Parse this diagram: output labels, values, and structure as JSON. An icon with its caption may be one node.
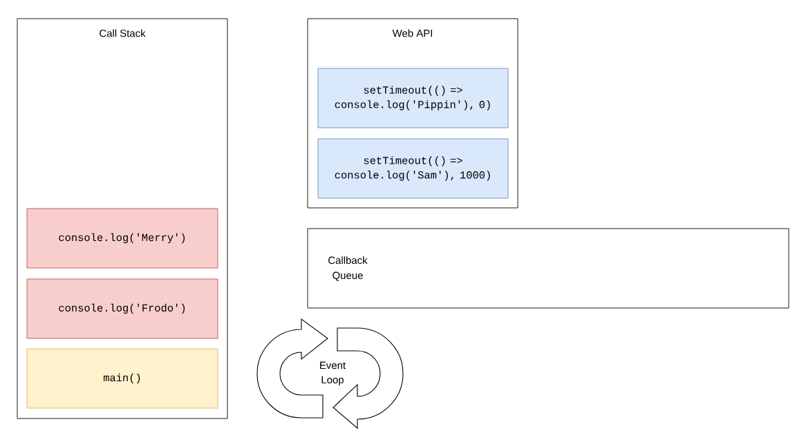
{
  "diagram": {
    "nodes": [
      {
        "text": [
          "Call Stack"
        ]
      },
      {
        "text": [
          "console.log('Merry')"
        ],
        "in": 0
      },
      {
        "text": [
          "console.log('Frodo')"
        ],
        "in": 0
      },
      {
        "text": [
          "main()"
        ],
        "in": 0
      },
      {
        "text": [
          "Web API"
        ]
      },
      {
        "text": [
          "setTimeout(() => console.log('Pippin'), 0)"
        ],
        "in": 4
      },
      {
        "text": [
          "setTimeout(() => console.log('Sam'), 1000)"
        ],
        "in": 4
      },
      {
        "text": [
          "Callback Queue"
        ]
      },
      {
        "text": [
          "Event Loop"
        ]
      }
    ]
  }
}
